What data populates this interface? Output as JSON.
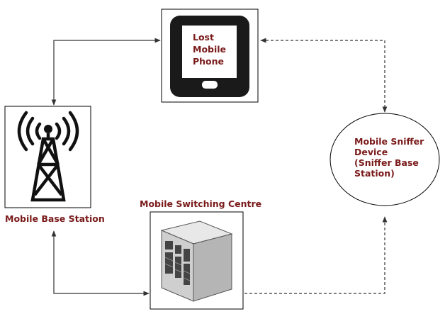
{
  "nodes": {
    "lost_phone": {
      "lines": [
        "Lost",
        "Mobile",
        "Phone"
      ]
    },
    "base_station": {
      "label": "Mobile Base Station"
    },
    "switching_centre": {
      "label": "Mobile Switching Centre"
    },
    "sniffer": {
      "lines": [
        "Mobile Sniffer",
        "Device",
        "(Sniffer Base",
        "Station)"
      ]
    }
  },
  "colors": {
    "label_text": "#7a1a1a",
    "line": "#333333",
    "box_border": "#000000"
  }
}
